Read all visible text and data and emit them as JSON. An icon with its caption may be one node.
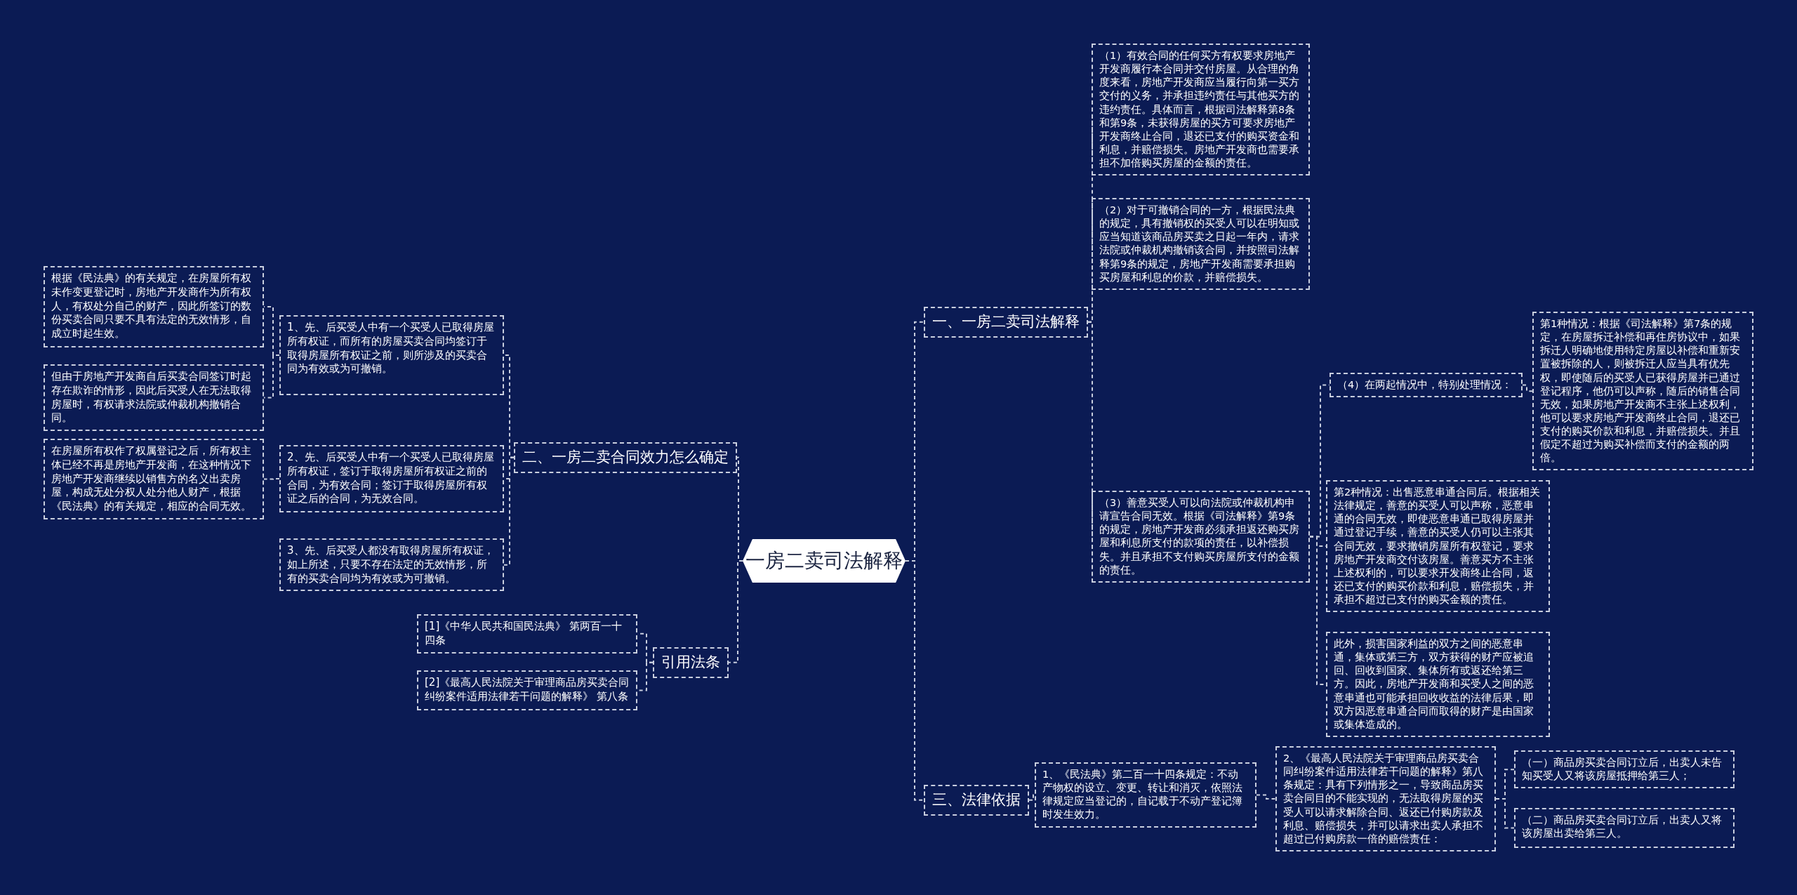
{
  "diagram": {
    "nodes": [
      {
        "text": [
          "一房二卖司法解释"
        ]
      },
      {
        "text": [
          "一、一房二卖司法解释"
        ]
      },
      {
        "text": [
          "（1）有效合同的任何买方有权要求房地产开发商履行本合同并交付房屋。从合理的角度来看，房地产开发商应当履行向第一买方交付的义务，并承担违约责任与其他买方的违约责任。具体而言，根据司法解释第8条和第9条，未获得房屋的买方可要求房地产开发商终止合同，退还已支付的购买资金和利息，并赔偿损失。房地产开发商也需要承担不加倍购买房屋的金额的责任。"
        ]
      },
      {
        "text": [
          "（2）对于可撤销合同的一方，根据民法典的规定，具有撤销权的买受人可以在明知或应当知道该商品房买卖之日起一年内，请求法院或仲裁机构撤销该合同，并按照司法解释第9条的规定，房地产开发商需要承担购买房屋和利息的价款，并赔偿损失。"
        ]
      },
      {
        "text": [
          "（3）善意买受人可以向法院或仲裁机构申请宣告合同无效。根据《司法解释》第9条的规定，房地产开发商必须承担返还购买房屋和利息所支付的款项的责任，以补偿损失。并且承担不支付购买房屋所支付的金额的责任。"
        ]
      },
      {
        "text": [
          "（4）在两起情况中，特别处理情况："
        ]
      },
      {
        "text": [
          "第1种情况：根据《司法解释》第7条的规定，在房屋拆迁补偿和再住房协议中，如果拆迁人明确地使用特定房屋以补偿和重新安置被拆除的人，则被拆迁人应当具有优先权，即使随后的买受人已获得房屋并已通过登记程序，他仍可以声称，随后的销售合同无效，如果房地产开发商不主张上述权利，他可以要求房地产开发商终止合同，退还已支付的购买价款和利息，并赔偿损失。并且假定不超过为购买补偿而支付的金额的两倍。"
        ]
      },
      {
        "text": [
          "第2种情况：出售恶意串通合同后。根据相关法律规定，善意的买受人可以声称，恶意串通的合同无效，即使恶意串通已取得房屋并通过登记手续，善意的买受人仍可以主张其合同无效，要求撤销房屋所有权登记，要求房地产开发商交付该房屋。善意买方不主张上述权利的，可以要求开发商终止合同，返还已支付的购买价款和利息，赔偿损失，并承担不超过已支付的购买金额的责任。"
        ]
      },
      {
        "text": [
          "此外，损害国家利益的双方之间的恶意串通，集体或第三方，双方获得的财产应被追回、回收到国家、集体所有或返还给第三方。因此，房地产开发商和买受人之间的恶意串通也可能承担回收收益的法律后果，即双方因恶意串通合同而取得的财产是由国家或集体造成的。"
        ]
      },
      {
        "text": [
          "三、法律依据"
        ]
      },
      {
        "text": [
          "1、《民法典》第二百一十四条规定：不动产物权的设立、变更、转让和消灭，依照法律规定应当登记的，自记载于不动产登记簿时发生效力。"
        ]
      },
      {
        "text": [
          "2、《最高人民法院关于审理商品房买卖合同纠纷案件适用法律若干问题的解释》第八条规定：具有下列情形之一，导致商品房买卖合同目的不能实现的，无法取得房屋的买受人可以请求解除合同、返还已付购房款及利息、赔偿损失，并可以请求出卖人承担不超过已付购房款一倍的赔偿责任："
        ]
      },
      {
        "text": [
          "（一）商品房买卖合同订立后，出卖人未告知买受人又将该房屋抵押给第三人；"
        ]
      },
      {
        "text": [
          "（二）商品房买卖合同订立后，出卖人又将该房屋出卖给第三人。"
        ]
      },
      {
        "text": [
          "二、一房二卖合同效力怎么确定"
        ]
      },
      {
        "text": [
          "1、先、后买受人中有一个买受人已取得房屋所有权证，而所有的房屋买卖合同均签订于取得房屋所有权证之前，则所涉及的买卖合同为有效或为可撤销。"
        ]
      },
      {
        "text": [
          "根据《民法典》的有关规定，在房屋所有权未作变更登记时，房地产开发商作为所有权人，有权处分自己的财产，因此所签订的数份买卖合同只要不具有法定的无效情形，自成立时起生效。"
        ]
      },
      {
        "text": [
          "但由于房地产开发商自后买卖合同签订时起存在欺诈的情形，因此后买受人在无法取得房屋时，有权请求法院或仲裁机构撤销合同。"
        ]
      },
      {
        "text": [
          "2、先、后买受人中有一个买受人已取得房屋所有权证，签订于取得房屋所有权证之前的合同，为有效合同；签订于取得房屋所有权证之后的合同，为无效合同。"
        ]
      },
      {
        "text": [
          "在房屋所有权作了权属登记之后，所有权主体已经不再是房地产开发商，在这种情况下房地产开发商继续以销售方的名义出卖房屋，构成无处分权人处分他人财产，根据《民法典》的有关规定，相应的合同无效。"
        ]
      },
      {
        "text": [
          "3、先、后买受人都没有取得房屋所有权证，如上所述，只要不存在法定的无效情形，所有的买卖合同均为有效或为可撤销。"
        ]
      },
      {
        "text": [
          "引用法条"
        ]
      },
      {
        "text": [
          "[1]《中华人民共和国民法典》 第两百一十四条"
        ]
      },
      {
        "text": [
          "[2]《最高人民法院关于审理商品房买卖合同纠纷案件适用法律若干问题的解释》 第八条"
        ]
      }
    ],
    "edges": [
      {
        "from": 0,
        "to": 1,
        "arrow": "none"
      },
      {
        "from": 1,
        "to": 2,
        "arrow": "none"
      },
      {
        "from": 1,
        "to": 3,
        "arrow": "none"
      },
      {
        "from": 1,
        "to": 4,
        "arrow": "none"
      },
      {
        "from": 4,
        "to": 5,
        "arrow": "none"
      },
      {
        "from": 5,
        "to": 6,
        "arrow": "none"
      },
      {
        "from": 4,
        "to": 7,
        "arrow": "none"
      },
      {
        "from": 4,
        "to": 8,
        "arrow": "none"
      },
      {
        "from": 0,
        "to": 9,
        "arrow": "none"
      },
      {
        "from": 9,
        "to": 10,
        "arrow": "none"
      },
      {
        "from": 10,
        "to": 11,
        "arrow": "none"
      },
      {
        "from": 11,
        "to": 12,
        "arrow": "none"
      },
      {
        "from": 11,
        "to": 13,
        "arrow": "none"
      },
      {
        "from": 0,
        "to": 14,
        "arrow": "none"
      },
      {
        "from": 14,
        "to": 15,
        "arrow": "none"
      },
      {
        "from": 15,
        "to": 16,
        "arrow": "none"
      },
      {
        "from": 15,
        "to": 17,
        "arrow": "none"
      },
      {
        "from": 14,
        "to": 18,
        "arrow": "none"
      },
      {
        "from": 18,
        "to": 19,
        "arrow": "none"
      },
      {
        "from": 14,
        "to": 20,
        "arrow": "none"
      },
      {
        "from": 0,
        "to": 21,
        "arrow": "none"
      },
      {
        "from": 21,
        "to": 22,
        "arrow": "none"
      },
      {
        "from": 21,
        "to": 23,
        "arrow": "none"
      }
    ]
  }
}
